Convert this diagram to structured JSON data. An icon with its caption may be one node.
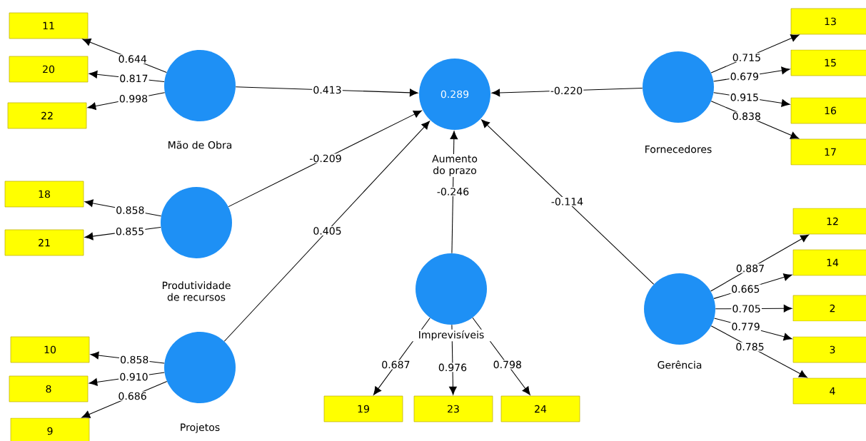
{
  "diagram": {
    "nodes": [
      {
        "text": [
          "11"
        ]
      },
      {
        "text": [
          "20"
        ]
      },
      {
        "text": [
          "22"
        ]
      },
      {
        "text": [],
        "shape": "circle",
        "beside": [
          "Mão de Obra"
        ]
      },
      {
        "text": [
          "0.289"
        ],
        "beside": [
          "Aumento do prazo"
        ]
      },
      {
        "text": [],
        "shape": "circle",
        "beside": [
          "Fornecedores"
        ]
      },
      {
        "text": [
          "13"
        ]
      },
      {
        "text": [
          "15"
        ]
      },
      {
        "text": [
          "16"
        ]
      },
      {
        "text": [
          "17"
        ]
      },
      {
        "text": [
          "18"
        ]
      },
      {
        "text": [
          "21"
        ]
      },
      {
        "text": [],
        "shape": "circle",
        "beside": [
          "Produtividade de recursos"
        ]
      },
      {
        "text": [
          "12"
        ]
      },
      {
        "text": [
          "14"
        ]
      },
      {
        "text": [],
        "shape": "circle",
        "beside": [
          "Imprevisíveis"
        ]
      },
      {
        "text": [],
        "shape": "circle",
        "beside": [
          "Gerência"
        ]
      },
      {
        "text": [
          "2"
        ]
      },
      {
        "text": [
          "3"
        ]
      },
      {
        "text": [
          "4"
        ]
      },
      {
        "text": [
          "10"
        ]
      },
      {
        "text": [
          "8"
        ]
      },
      {
        "text": [
          "9"
        ]
      },
      {
        "text": [],
        "shape": "circle",
        "beside": [
          "Projetos"
        ]
      },
      {
        "text": [
          "19"
        ]
      },
      {
        "text": [
          "23"
        ]
      },
      {
        "text": [
          "24"
        ]
      }
    ],
    "edges": [
      {
        "from": 3,
        "to": 0,
        "arrow": "to",
        "label": "0.644"
      },
      {
        "from": 3,
        "to": 1,
        "arrow": "to",
        "label": "0.817"
      },
      {
        "from": 3,
        "to": 2,
        "arrow": "to",
        "label": "0.998"
      },
      {
        "from": 5,
        "to": 6,
        "arrow": "to",
        "label": "0.715"
      },
      {
        "from": 5,
        "to": 7,
        "arrow": "to",
        "label": "0.679"
      },
      {
        "from": 5,
        "to": 8,
        "arrow": "to",
        "label": "0.915"
      },
      {
        "from": 5,
        "to": 9,
        "arrow": "to",
        "label": "0.838"
      },
      {
        "from": 12,
        "to": 10,
        "arrow": "to",
        "label": "0.858"
      },
      {
        "from": 12,
        "to": 11,
        "arrow": "to",
        "label": "0.855"
      },
      {
        "from": 16,
        "to": 13,
        "arrow": "to",
        "label": "0.887"
      },
      {
        "from": 16,
        "to": 14,
        "arrow": "to",
        "label": "0.665"
      },
      {
        "from": 16,
        "to": 17,
        "arrow": "to",
        "label": "0.705"
      },
      {
        "from": 16,
        "to": 18,
        "arrow": "to",
        "label": "0.779"
      },
      {
        "from": 16,
        "to": 19,
        "arrow": "to",
        "label": "0.785"
      },
      {
        "from": 23,
        "to": 20,
        "arrow": "to",
        "label": "0.858"
      },
      {
        "from": 23,
        "to": 21,
        "arrow": "to",
        "label": "0.910"
      },
      {
        "from": 23,
        "to": 22,
        "arrow": "to",
        "label": "0.686"
      },
      {
        "from": 15,
        "to": 24,
        "arrow": "to",
        "label": "0.687"
      },
      {
        "from": 15,
        "to": 25,
        "arrow": "to",
        "label": "0.976"
      },
      {
        "from": 15,
        "to": 26,
        "arrow": "to",
        "label": "0.798"
      },
      {
        "from": 3,
        "to": 4,
        "arrow": "to",
        "label": "0.413"
      },
      {
        "from": 5,
        "to": 4,
        "arrow": "to",
        "label": "-0.220"
      },
      {
        "from": 12,
        "to": 4,
        "arrow": "to",
        "label": "-0.209"
      },
      {
        "from": 23,
        "to": 4,
        "arrow": "to",
        "label": "0.405"
      },
      {
        "from": 15,
        "to": 4,
        "arrow": "to",
        "label": "-0.246"
      },
      {
        "from": 16,
        "to": 4,
        "arrow": "to",
        "label": "-0.114"
      }
    ]
  }
}
